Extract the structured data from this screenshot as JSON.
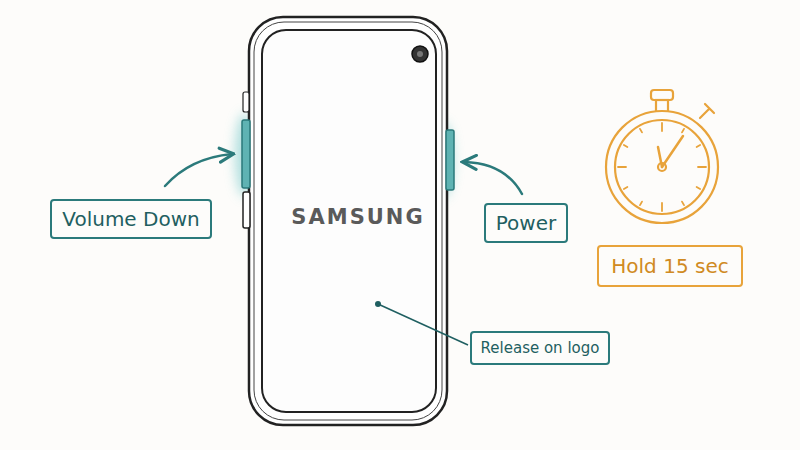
{
  "diagram": {
    "nodes": [
      {
        "text": [
          "Volume Down"
        ]
      },
      {
        "text": [
          "Power"
        ]
      },
      {
        "text": [
          "Hold 15 sec"
        ]
      },
      {
        "text": [
          "Release on logo"
        ]
      }
    ],
    "labels": [
      "SAMSUNG"
    ]
  }
}
